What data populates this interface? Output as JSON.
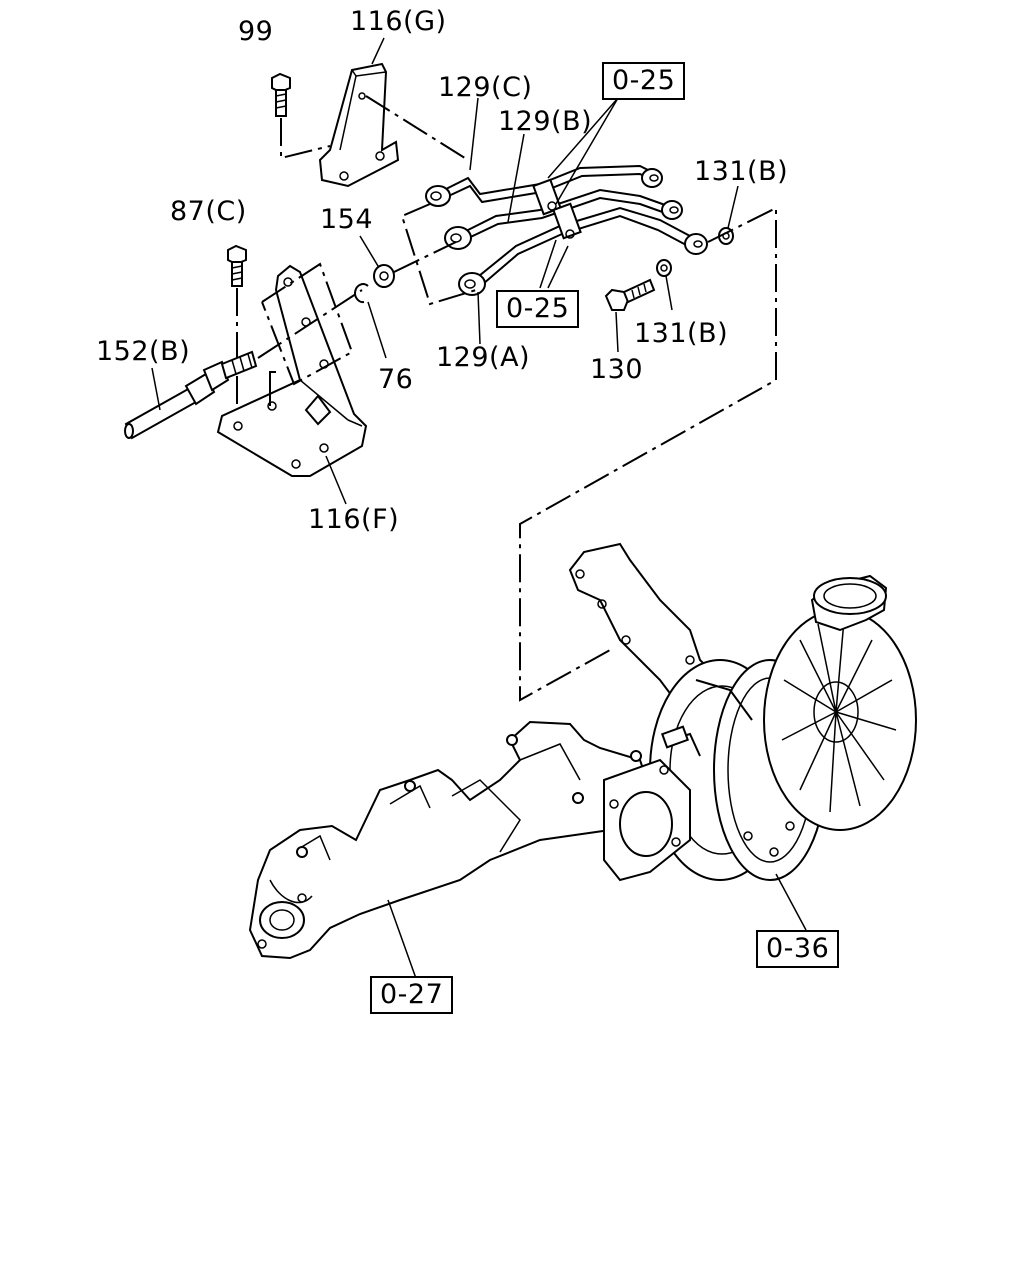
{
  "parts": [
    {
      "id": "99",
      "label": "99"
    },
    {
      "id": "116G",
      "label": "116(G)"
    },
    {
      "id": "129C",
      "label": "129(C)"
    },
    {
      "id": "129B",
      "label": "129(B)"
    },
    {
      "id": "ref025a",
      "label": "0-25"
    },
    {
      "id": "131B_top",
      "label": "131(B)"
    },
    {
      "id": "87C",
      "label": "87(C)"
    },
    {
      "id": "154",
      "label": "154"
    },
    {
      "id": "ref025b",
      "label": "0-25"
    },
    {
      "id": "152B",
      "label": "152(B)"
    },
    {
      "id": "131B_low",
      "label": "131(B)"
    },
    {
      "id": "129A",
      "label": "129(A)"
    },
    {
      "id": "76",
      "label": "76"
    },
    {
      "id": "130",
      "label": "130"
    },
    {
      "id": "116F",
      "label": "116(F)"
    },
    {
      "id": "ref036",
      "label": "0-36"
    },
    {
      "id": "ref027",
      "label": "0-27"
    }
  ]
}
